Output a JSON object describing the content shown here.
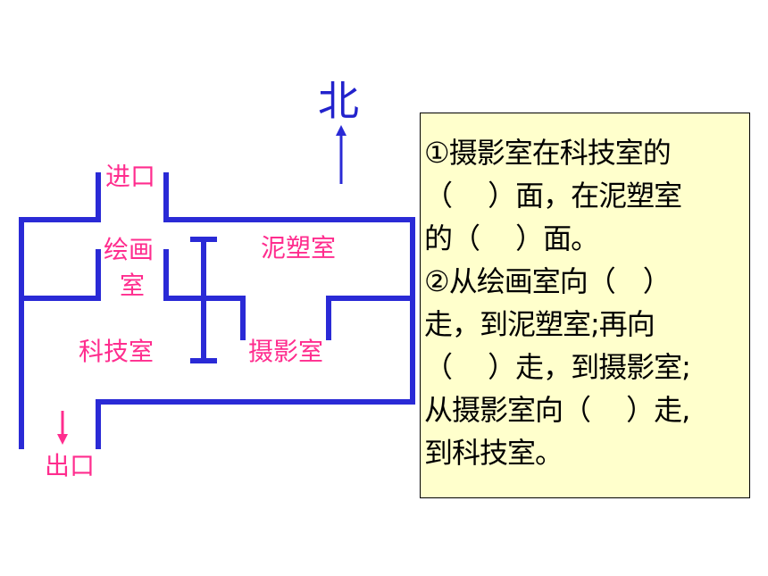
{
  "colors": {
    "wall": "#2a2ad6",
    "room_label": "#ff2d8e",
    "north": "#2222cc",
    "box_bg": "#ffffcc"
  },
  "compass": {
    "label": "北",
    "arrow_icon": "north-arrow-icon"
  },
  "map": {
    "entrance": "进口",
    "exit": "出口",
    "rooms": {
      "painting_line1": "绘画",
      "painting_line2": "室",
      "clay": "泥塑室",
      "science": "科技室",
      "photo": "摄影室"
    }
  },
  "questions": {
    "lines": [
      "①摄影室在科技室的",
      "（　 ）面，在泥塑室",
      "的（　 ）面。",
      "②从绘画室向（　）",
      "走，到泥塑室;再向",
      "（　 ）走，到摄影室;",
      "从摄影室向（　 ）走,",
      "到科技室。"
    ]
  }
}
